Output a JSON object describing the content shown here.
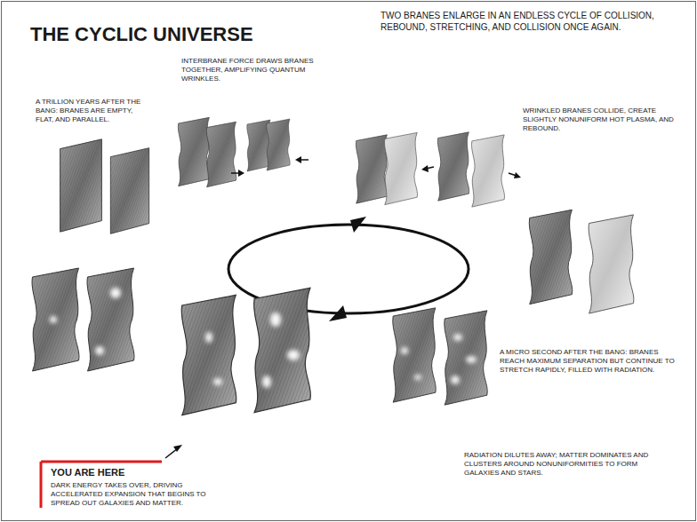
{
  "diagram": {
    "title": "THE CYCLIC UNIVERSE",
    "labels": [
      "TWO BRANES ENLARGE IN AN ENDLESS CYCLE OF COLLISION, REBOUND, STRETCHING, AND COLLISION ONCE AGAIN.",
      "INTERBRANE FORCE DRAWS BRANES TOGETHER, AMPLIFYING QUANTUM WRINKLES.",
      "A TRILLION YEARS AFTER THE BANG: BRANES ARE EMPTY, FLAT, AND PARALLEL.",
      "WRINKLED BRANES COLLIDE, CREATE SLIGHTLY NONUNIFORM HOT PLASMA, AND REBOUND.",
      "A MICRO SECOND AFTER THE BANG: BRANES REACH MAXIMUM SEPARATION BUT CONTINUE TO STRETCH RAPIDLY, FILLED WITH RADIATION.",
      "RADIATION DILUTES AWAY; MATTER DOMINATES AND CLUSTERS AROUND NONUNIFORMITIES TO FORM GALAXIES AND STARS.",
      "YOU ARE HERE",
      "DARK ENERGY TAKES OVER, DRIVING ACCELERATED EXPANSION THAT BEGINS TO SPREAD OUT GALAXIES AND MATTER."
    ]
  }
}
